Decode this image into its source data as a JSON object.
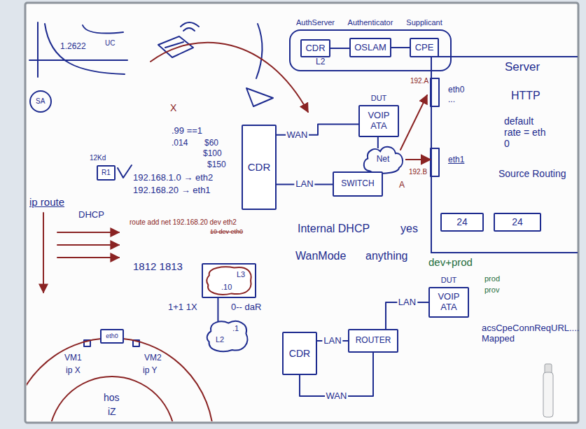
{
  "diagram": {
    "nodes": [
      {
        "text": [
          "L2"
        ]
      },
      {
        "text": [
          "AuthServer",
          "CDR"
        ],
        "in": 0
      },
      {
        "text": [
          "Authenticator",
          "OSLAM"
        ],
        "in": 0
      },
      {
        "text": [
          "Supplicant",
          "CPE"
        ],
        "in": 0
      },
      {
        "text": [
          "DUT",
          "VOIP ATA"
        ]
      },
      {
        "text": [
          "R1"
        ]
      },
      {
        "text": [
          "CDR"
        ]
      },
      {
        "text": [
          "Net"
        ]
      },
      {
        "text": [
          "Server"
        ]
      },
      {
        "text": [
          "24"
        ],
        "in": 8
      },
      {
        "text": [
          "24"
        ],
        "in": 8
      },
      {
        "text": [
          "SWITCH"
        ]
      },
      {
        "text": [
          "L3",
          ".10"
        ]
      },
      {
        "text": [
          "L2",
          ".1"
        ]
      },
      {
        "text": [
          "eth0"
        ]
      },
      {
        "text": [
          "DUT",
          "VOIP ATA"
        ]
      },
      {
        "text": [
          "CDR"
        ]
      },
      {
        "text": [
          "ROUTER"
        ]
      }
    ],
    "edges": [
      {
        "from": 1,
        "to": 2,
        "arrow": "none"
      },
      {
        "from": 2,
        "to": 3,
        "arrow": "none"
      },
      {
        "from": 6,
        "to": 4,
        "label": "WAN",
        "arrow": "none"
      },
      {
        "from": 6,
        "to": 11,
        "label": "LAN",
        "arrow": "none"
      },
      {
        "from": 4,
        "to": 7,
        "arrow": "none"
      },
      {
        "from": 7,
        "to": 8,
        "arrow": "to"
      },
      {
        "from": 16,
        "to": 17,
        "label": "LAN",
        "arrow": "none"
      },
      {
        "from": 17,
        "to": 15,
        "label": "LAN",
        "arrow": "none"
      },
      {
        "from": 16,
        "to": 17,
        "label": "WAN",
        "arrow": "none"
      },
      {
        "from": 12,
        "to": 13,
        "arrow": "none"
      }
    ],
    "labels": [
      "1.2622",
      "UC",
      "SA",
      "X",
      ".99 ==1",
      ".014",
      "$60",
      "$100",
      "$150",
      "12Kd",
      "192.168.1.0 → eth2",
      "192.168.20 → eth1",
      "ip route",
      "DHCP",
      "route add net 192.168.20 dev eth2",
      "10 dev eth0",
      "Internal DHCP",
      "yes",
      "WanMode",
      "anything",
      "1812 1813",
      "1+1 1X",
      "0-- daR",
      "eth0",
      "...",
      "HTTP",
      "default rate = eth 0",
      "eth1",
      "Source Routing",
      "192.A",
      "192.B",
      "A",
      "dev+prod",
      "prod",
      "prov",
      "acsCpeConnReqURL.... Mapped",
      "VM1",
      "ip X",
      "VM2",
      "ip Y",
      "hos",
      "iZ"
    ]
  }
}
